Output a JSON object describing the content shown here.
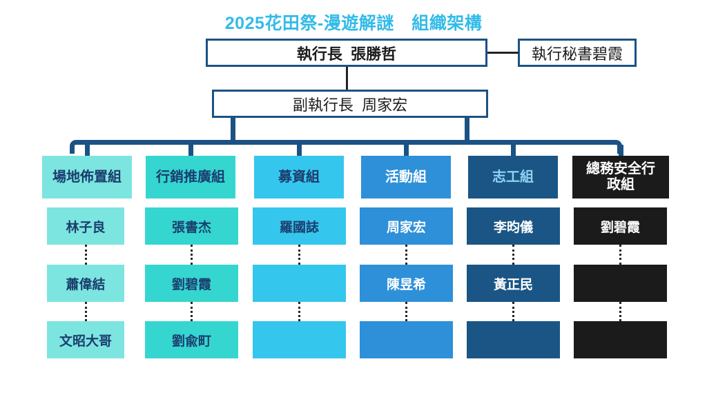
{
  "title": "2025花田祭-漫遊解謎　組織架構",
  "title_color": "#33BBE8",
  "leadership": {
    "ceo": "執行長  張勝哲",
    "secretary": "執行秘書碧霞",
    "deputy": "副執行長  周家宏"
  },
  "departments": [
    {
      "name": "場地佈置組",
      "bg": "#7CE5DF",
      "head_text_color": "#1B3D6E",
      "member_text_color": "#1B3D6E",
      "members": [
        "林子良",
        "蕭偉結",
        "文昭大哥"
      ]
    },
    {
      "name": "行銷推廣組",
      "bg": "#35D6D0",
      "head_text_color": "#1B3D6E",
      "member_text_color": "#1B3D6E",
      "members": [
        "張書杰",
        "劉碧霞",
        "劉兪町"
      ]
    },
    {
      "name": "募資組",
      "bg": "#35C6ED",
      "head_text_color": "#1B3D6E",
      "member_text_color": "#1B3D6E",
      "members": [
        "羅國誌",
        "",
        ""
      ]
    },
    {
      "name": "活動組",
      "bg": "#2E90D9",
      "head_text_color": "#FFFFFF",
      "member_text_color": "#FFFFFF",
      "members": [
        "周家宏",
        "陳昱希",
        ""
      ]
    },
    {
      "name": "志工組",
      "bg": "#1A5585",
      "head_text_color": "#8FD4F2",
      "member_text_color": "#FFFFFF",
      "members": [
        "李昀儀",
        "黃正民",
        ""
      ]
    },
    {
      "name": "總務安全行\n政組",
      "bg": "#1B1B1B",
      "head_text_color": "#FFFFFF",
      "member_text_color": "#FFFFFF",
      "members": [
        "劉碧霞",
        "",
        ""
      ]
    }
  ],
  "connector_color": "#1B5284",
  "dotted_color": "#242424"
}
